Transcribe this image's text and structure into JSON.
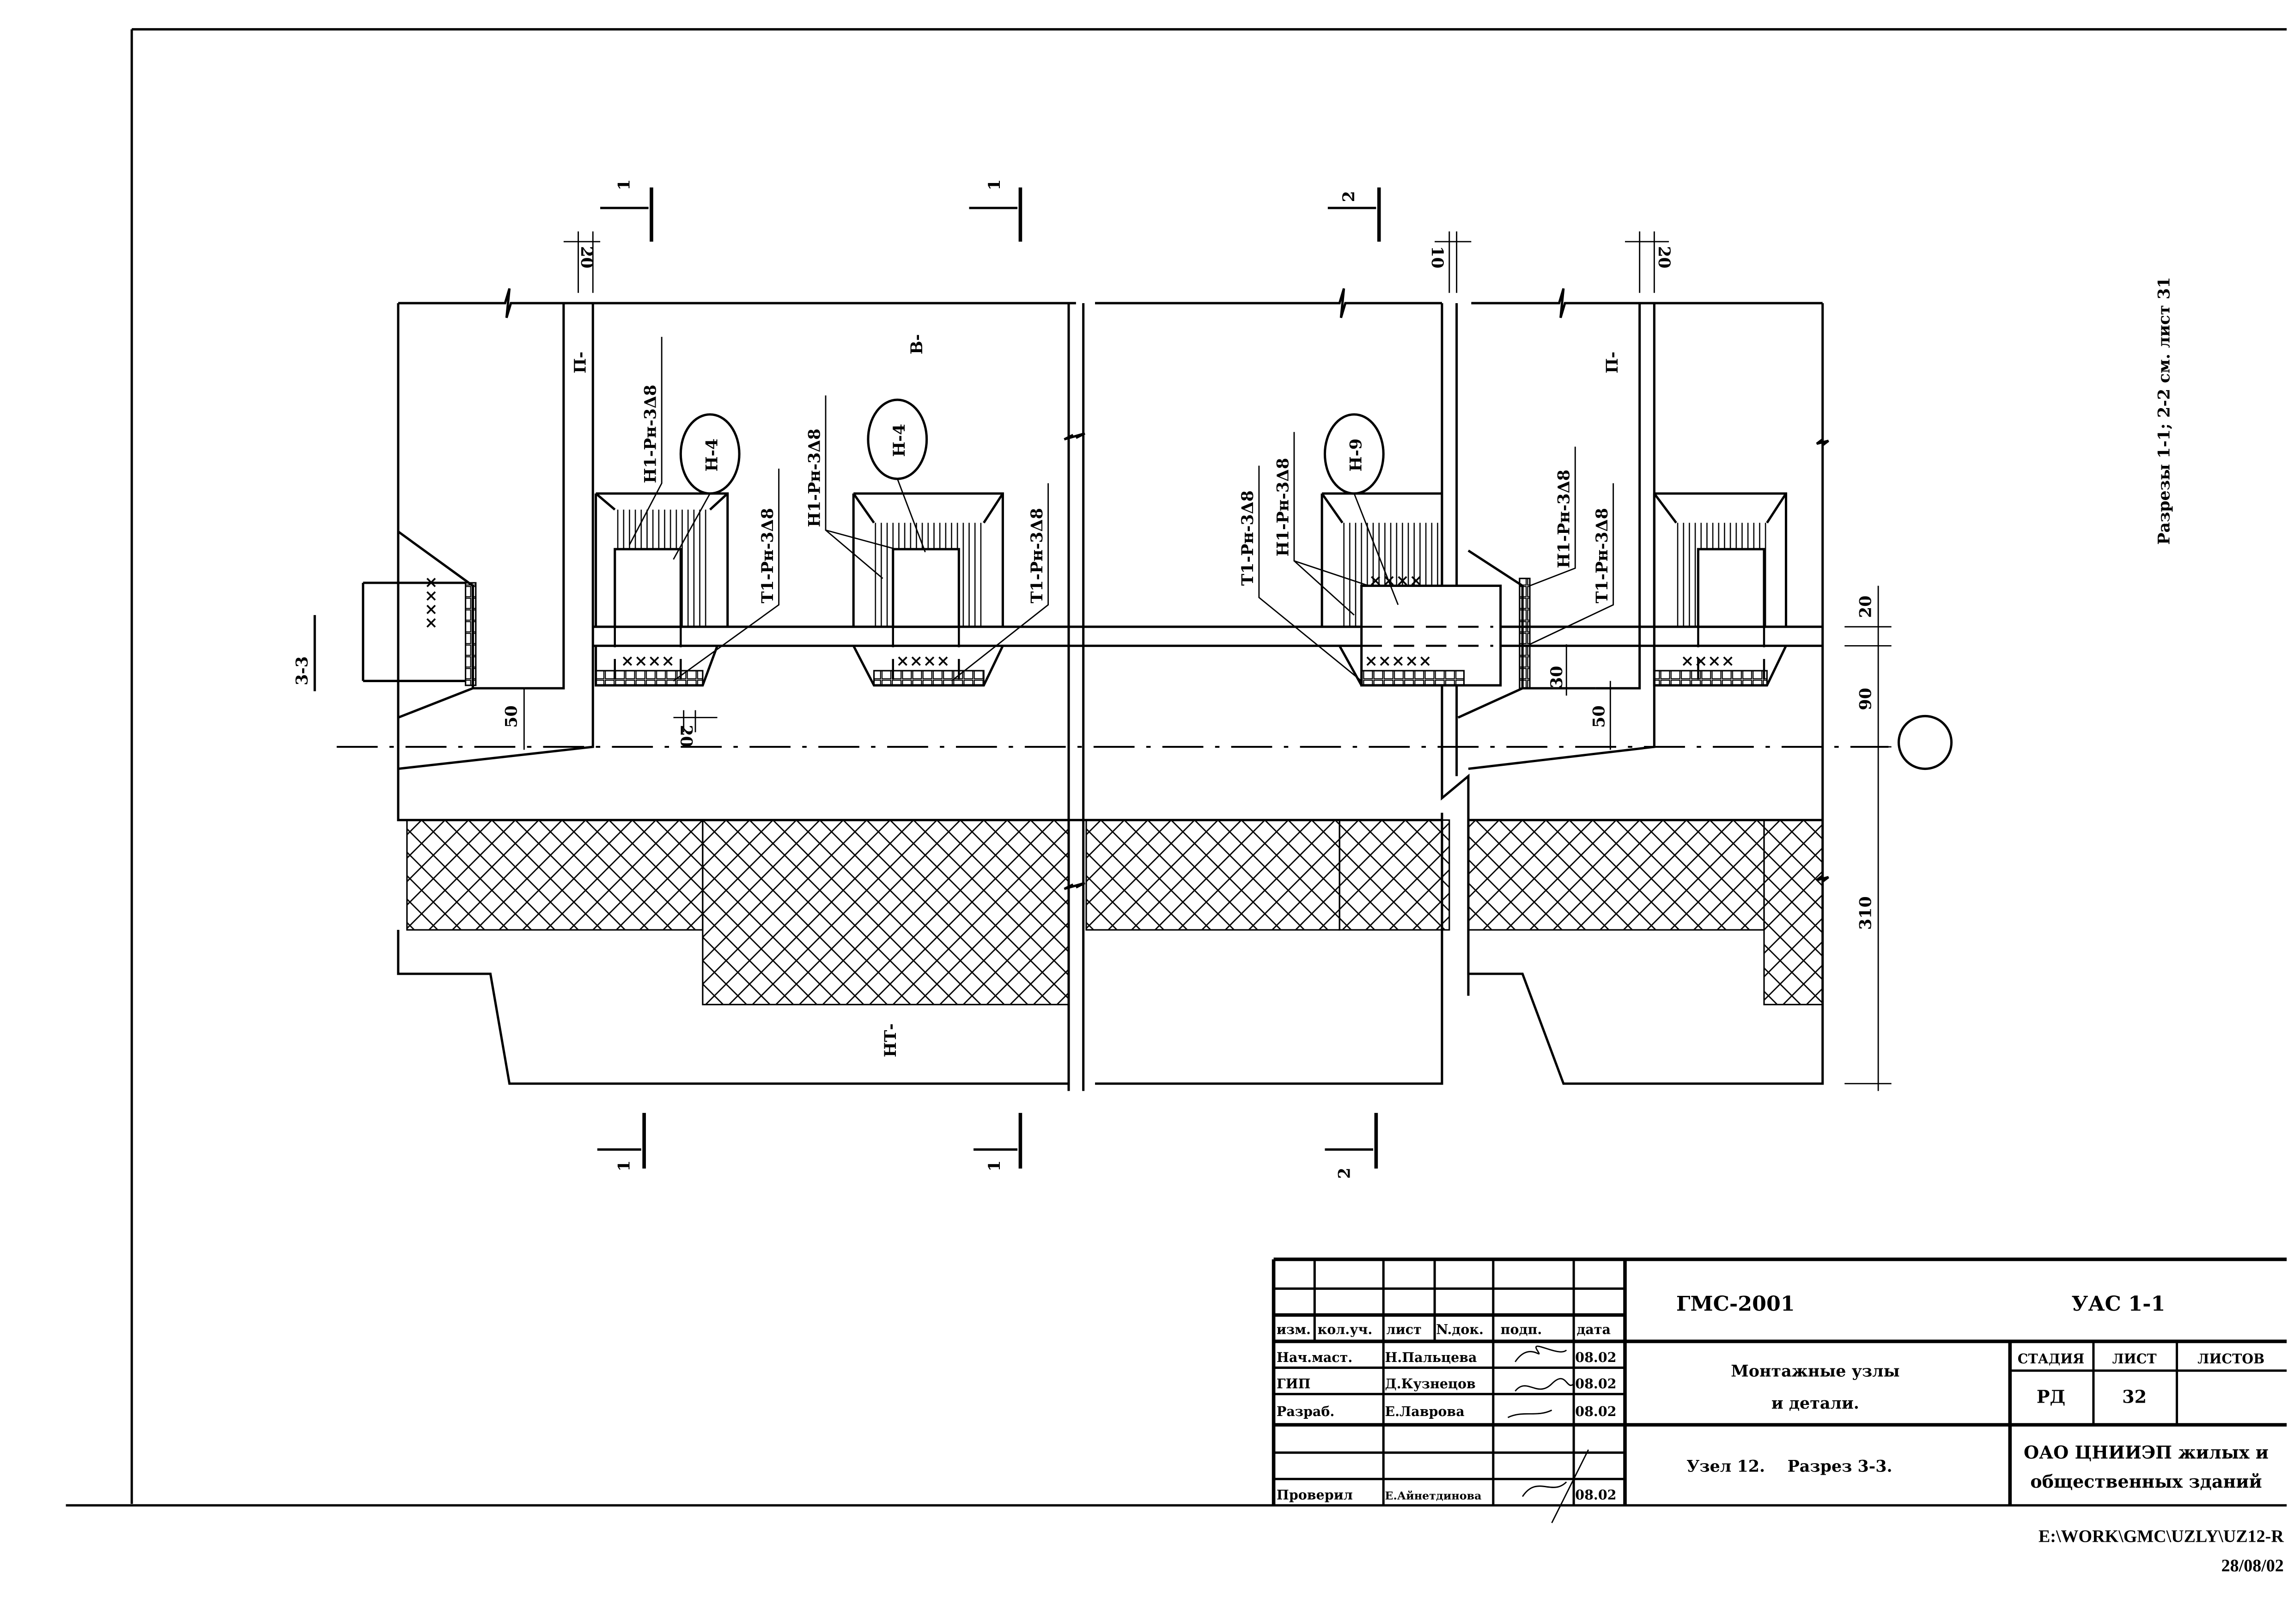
{
  "drawing": {
    "section_title": "3-3",
    "side_note": "Разрезы 1-1; 2-2 см. лист 31",
    "zone_labels": {
      "p_left": "П-",
      "v": "В-",
      "p_right": "П-",
      "nt": "НТ-"
    },
    "callouts": {
      "n4_a": "Н-4",
      "n4_b": "Н-4",
      "n9": "Н-9"
    },
    "weld_labels": {
      "h1_a": "Н1-Рн-3Δ8",
      "t1_a": "Т1-Рн-3Δ8",
      "h1_b": "Н1-Рн-3Δ8",
      "t1_b": "Т1-Рн-3Δ8",
      "t1_c": "Т1-Рн-3Δ8",
      "h1_c": "Н1-Рн-3Δ8",
      "h1_d": "Н1-Рн-3Δ8",
      "t1_d": "Т1-Рн-3Δ8"
    },
    "cut_marks": {
      "top": [
        "1",
        "1",
        "2"
      ],
      "bottom": [
        "1",
        "1",
        "2"
      ]
    },
    "dimensions": {
      "d20_left": "20",
      "d10": "10",
      "d20_right": "20",
      "d20_bot": "20",
      "d50_left": "50",
      "d50_right": "50",
      "d30": "30",
      "d20_v": "20",
      "d90": "90",
      "d310": "310"
    }
  },
  "title_block": {
    "headers": [
      "изм.",
      "кол.уч.",
      "лист",
      "N.док.",
      "подп.",
      "дата"
    ],
    "rows": [
      {
        "role": "Нач.маст.",
        "name": "Н.Пальцева",
        "date": "08.02"
      },
      {
        "role": "ГИП",
        "name": "Д.Кузнецов",
        "date": "08.02"
      },
      {
        "role": "Разраб.",
        "name": "Е.Лаврова",
        "date": "08.02"
      },
      {
        "role": "Проверил",
        "name": "Е.Айнетдинова",
        "date": "08.02"
      }
    ],
    "project": "ГМС-2001",
    "code": "УАС 1-1",
    "title_line1": "Монтажные узлы",
    "title_line2": "и детали.",
    "sheet_title": "Узел 12.    Разрез 3-3.",
    "stage_header": "СТАДИЯ",
    "sheet_header": "ЛИСТ",
    "sheets_header": "ЛИСТОВ",
    "stage": "РД",
    "sheet": "32",
    "sheets": "",
    "org_line1": "ОАО ЦНИИЭП жилых и",
    "org_line2": "общественных зданий"
  },
  "footer": {
    "path": "E:\\WORK\\GMC\\UZLY\\UZ12-R",
    "date": "28/08/02"
  }
}
